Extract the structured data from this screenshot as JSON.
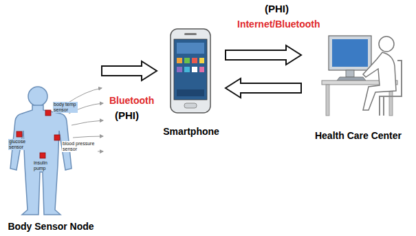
{
  "diagram": {
    "nodes": [
      {
        "text": [
          "Body Sensor Node"
        ]
      },
      {
        "text": [
          "Smartphone"
        ]
      },
      {
        "text": [
          "Health Care Center"
        ]
      }
    ],
    "edges": [
      {
        "from": 0,
        "to": 1,
        "arrow": "to",
        "label": "Bluetooth"
      },
      {
        "from": 1,
        "to": 2,
        "arrow": "to",
        "label": "Internet/Bluetooth"
      },
      {
        "from": 2,
        "to": 1,
        "arrow": "to"
      }
    ],
    "labels": [
      "(PHI)",
      "(PHI)",
      "body temp sensor",
      "glucose sensor",
      "blood pressure sensor",
      "insulin pump"
    ]
  }
}
